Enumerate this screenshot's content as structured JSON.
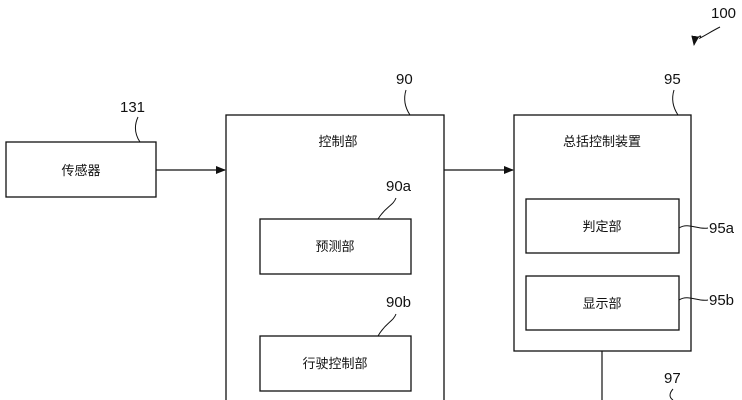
{
  "diagram": {
    "reference_number": "100",
    "sensor": {
      "label": "传感器",
      "ref": "131"
    },
    "control_unit": {
      "label": "控制部",
      "ref": "90",
      "prediction": {
        "label": "预测部",
        "ref": "90a"
      },
      "driving_control": {
        "label": "行驶控制部",
        "ref": "90b"
      }
    },
    "integrated_control": {
      "label": "总括控制装置",
      "ref": "95",
      "judgment": {
        "label": "判定部",
        "ref": "95a"
      },
      "display": {
        "label": "显示部",
        "ref": "95b"
      }
    },
    "bottom_ref": "97"
  }
}
